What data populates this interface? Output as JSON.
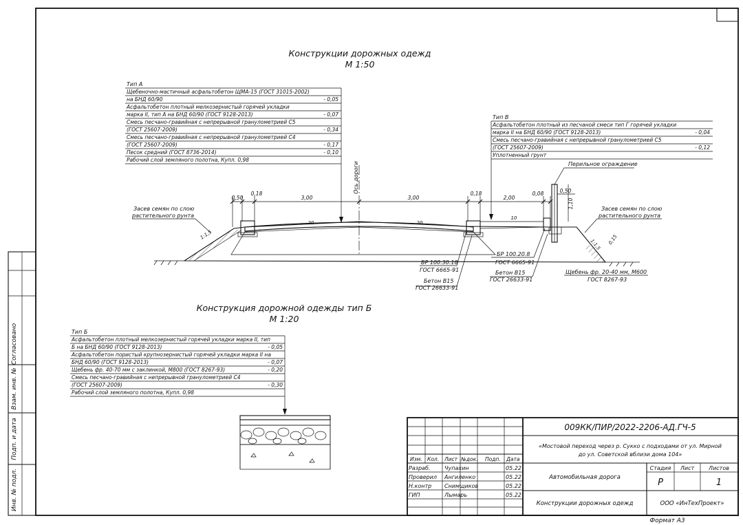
{
  "titles": {
    "main": "Конструкции дорожных одежд",
    "main_scale": "М 1:50",
    "typeb": "Конструкция дорожной одежды тип Б",
    "typeb_scale": "М 1:20"
  },
  "type_a": {
    "title": "Тип А",
    "rows": [
      {
        "text": "Щебеночно-мастичный асфальтобетон ЩМА-15 (ГОСТ 31015-2002)",
        "value": ""
      },
      {
        "text": "на БНД 60/90",
        "value": "- 0,05"
      },
      {
        "text": "Асфальтобетон плотный мелкозернистый горячей укладки",
        "value": ""
      },
      {
        "text": "марка II, тип А на БНД 60/90 (ГОСТ 9128-2013)",
        "value": "- 0,07"
      },
      {
        "text": "Смесь песчано-гравийная с непрерывной гранулометрией С5",
        "value": ""
      },
      {
        "text": "(ГОСТ 25607-2009)",
        "value": "- 0,34"
      },
      {
        "text": "Смесь песчано-гравийная с непрерывной гранулометрией С4",
        "value": ""
      },
      {
        "text": "(ГОСТ 25607-2009)",
        "value": "- 0,17"
      },
      {
        "text": "Песок средний (ГОСТ 8736-2014)",
        "value": "- 0,10"
      },
      {
        "text": "Рабочий слой земляного полотна, Купл. 0,98",
        "value": ""
      }
    ]
  },
  "type_v": {
    "title": "Тип В",
    "rows": [
      {
        "text": "Асфальтобетон плотный из песчаной смеси тип Г горячей укладки",
        "value": ""
      },
      {
        "text": "марка II на БНД 60/90 (ГОСТ 9128-2013)",
        "value": "- 0,04"
      },
      {
        "text": "Смесь песчано-гравийная с непрерывной гранулометрией С5",
        "value": ""
      },
      {
        "text": "(ГОСТ 25607-2009)",
        "value": "- 0,12"
      },
      {
        "text": "Уплотненный грунт",
        "value": ""
      }
    ]
  },
  "type_b": {
    "title": "Тип Б",
    "rows": [
      {
        "text": "Асфальтобетон плотный мелкозернистый горячей укладки марка II, тип",
        "value": ""
      },
      {
        "text": "Б на БНД 60/90 (ГОСТ 9128-2013)",
        "value": "- 0,05"
      },
      {
        "text": "Асфальтобетон пористый крупнозернистый горячей укладки марка II на",
        "value": ""
      },
      {
        "text": "БНД 60/90 (ГОСТ 9128-2013)",
        "value": "- 0,07"
      },
      {
        "text": "Щебень фр. 40-70 мм с заклинкой, М800 (ГОСТ 8267-93)",
        "value": "- 0,20"
      },
      {
        "text": "Смесь песчано-гравийная с непрерывной гранулометрией С4",
        "value": ""
      },
      {
        "text": "(ГОСТ 25607-2009)",
        "value": "- 0,30"
      },
      {
        "text": "Рабочий слой земляного полотна, Купл. 0,98",
        "value": ""
      }
    ]
  },
  "section": {
    "axis_label": "Ось дороги",
    "dims": {
      "d050_left": "0,50",
      "d018_left": "0,18",
      "d300_left": "3,00",
      "d300_right": "3,00",
      "d018_right": "0,18",
      "d200": "2,00",
      "d008": "0,08",
      "d050_right": "0,50",
      "d110": "1,10"
    },
    "slope_20_left": "20",
    "slope_20_right": "20",
    "slope_10": "10",
    "slope_115_left": "1:1,5",
    "slope_115_right": "1:1,5",
    "d015": "0,15",
    "rail_label": "Перильное ограждение",
    "seed_left": [
      "Засев семян по слою",
      "растительного рунта"
    ],
    "seed_right": [
      "Засев семян по слою",
      "растительного рунта"
    ],
    "br300": [
      "БР 100.30.18",
      "ГОСТ 6665-91"
    ],
    "beton_left": [
      "Бетон В15",
      "ГОСТ 26633-91"
    ],
    "br208": [
      "БР 100.20.8",
      "ГОСТ 6665-91"
    ],
    "beton_right": [
      "Бетон В15",
      "ГОСТ 26633-91"
    ],
    "gravel": [
      "Щебень фр. 20-40 мм, М600",
      "ГОСТ 8267-93"
    ]
  },
  "stamp": {
    "code": "009КК/ПИР/2022-2206-АД.ГЧ-5",
    "project": [
      "«Мостовой переход через р. Сукко с подходами от ул. Мирной",
      "до ул. Советской вблизи дома 104»"
    ],
    "header": [
      "Изм.",
      "Кол.",
      "Лист",
      "№док.",
      "Подп.",
      "Дата"
    ],
    "people": [
      {
        "role": "Разраб.",
        "name": "Чупахин",
        "date": "05.22"
      },
      {
        "role": "Проверил",
        "name": "Ангиленко",
        "date": "05.22"
      },
      {
        "role": "Н.контр",
        "name": "Снимщиков",
        "date": "05.22"
      },
      {
        "role": "ГИП",
        "name": "Лымарь",
        "date": "05.22"
      }
    ],
    "object": "Автомобильная дорога",
    "sheet_title": "Конструкции дорожных одежд",
    "stage_label": "Стадия",
    "sheet_label": "Лист",
    "sheets_label": "Листов",
    "stage": "Р",
    "sheet_no": "",
    "sheets": "1",
    "company": "ООО «ИнТехПроект»",
    "format": "Формат А3"
  },
  "side_stamp": [
    "Согласовано",
    "Взам. инв. №",
    "Подп. и дата",
    "Инв. № подл."
  ]
}
